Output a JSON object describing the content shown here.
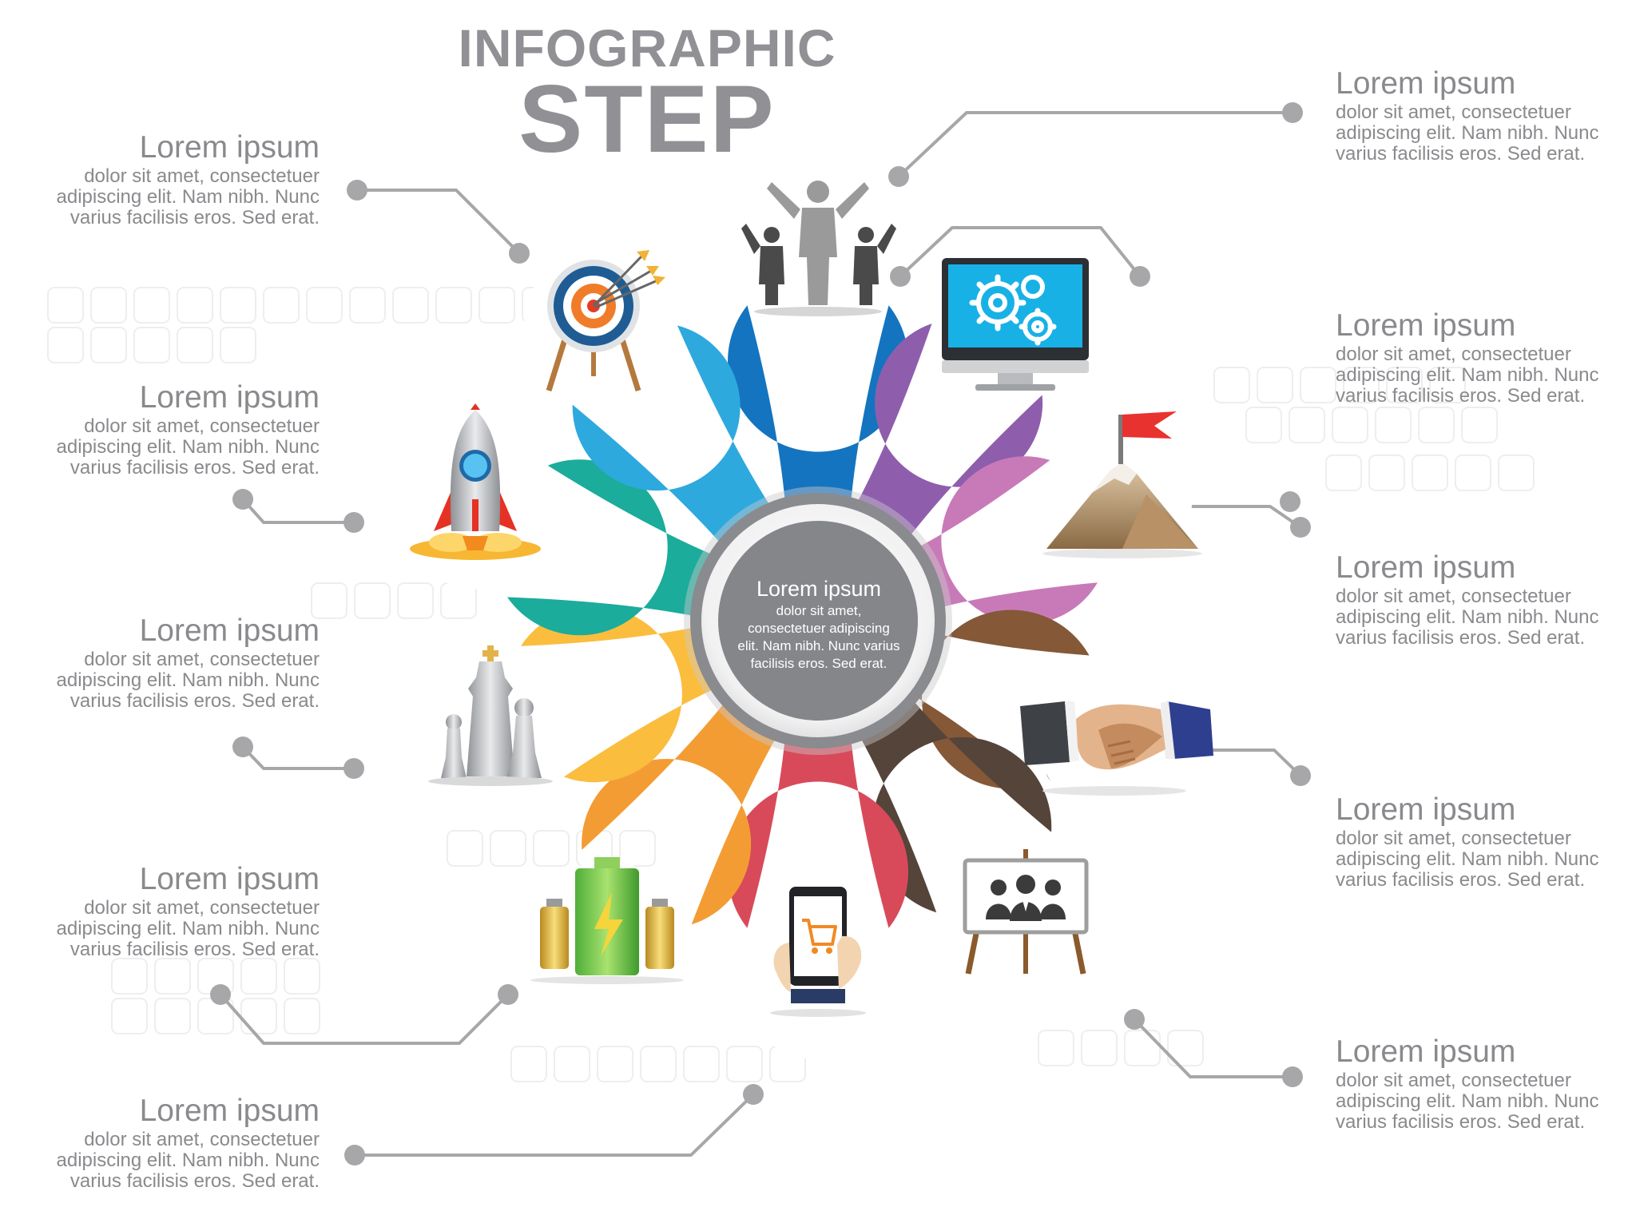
{
  "title": {
    "line1": "INFOGRAPHIC",
    "line2": "STEP"
  },
  "center": {
    "title": "Lorem ipsum",
    "lines": [
      "dolor sit amet,",
      "consectetuer adipiscing",
      "elit. Nam nibh. Nunc varius",
      "facilisis eros. Sed erat."
    ]
  },
  "colors": {
    "people": "#1474bf",
    "monitor": "#8e5ead",
    "mountain": "#c87ab8",
    "handshake": "#855838",
    "presentation": "#55443a",
    "phone": "#d84a5a",
    "battery": "#f39c34",
    "chess": "#fbbd3d",
    "rocket": "#1bac9b",
    "target": "#2ea9de",
    "hub_ring": "#8a8b8f",
    "hub_inner": "#858689",
    "text": "#8a8a8e",
    "connector": "#a7a7aa"
  },
  "steps": [
    {
      "id": "people",
      "icon": "people-icon",
      "title": "Lorem ipsum",
      "lines": [
        "dolor sit amet, consectetuer",
        "adipiscing elit. Nam nibh. Nunc",
        "varius facilisis eros. Sed erat."
      ]
    },
    {
      "id": "monitor",
      "icon": "monitor-gears-icon",
      "title": "Lorem ipsum",
      "lines": [
        "dolor sit amet, consectetuer",
        "adipiscing elit. Nam nibh. Nunc",
        "varius facilisis eros. Sed erat."
      ]
    },
    {
      "id": "mountain",
      "icon": "mountain-flag-icon",
      "title": "Lorem ipsum",
      "lines": [
        "dolor sit amet, consectetuer",
        "adipiscing elit. Nam nibh. Nunc",
        "varius facilisis eros. Sed erat."
      ]
    },
    {
      "id": "handshake",
      "icon": "handshake-icon",
      "title": "Lorem ipsum",
      "lines": [
        "dolor sit amet, consectetuer",
        "adipiscing elit. Nam nibh. Nunc",
        "varius facilisis eros. Sed erat."
      ]
    },
    {
      "id": "presentation",
      "icon": "presentation-board-icon",
      "title": "Lorem ipsum",
      "lines": [
        "dolor sit amet, consectetuer",
        "adipiscing elit. Nam nibh. Nunc",
        "varius facilisis eros. Sed erat."
      ]
    },
    {
      "id": "phone",
      "icon": "smartphone-cart-icon",
      "title": "Lorem ipsum",
      "lines": [
        "dolor sit amet, consectetuer",
        "adipiscing elit. Nam nibh. Nunc",
        "varius facilisis eros. Sed erat."
      ]
    },
    {
      "id": "battery",
      "icon": "battery-icon",
      "title": "Lorem ipsum",
      "lines": [
        "dolor sit amet, consectetuer",
        "adipiscing elit. Nam nibh. Nunc",
        "varius facilisis eros. Sed erat."
      ]
    },
    {
      "id": "chess",
      "icon": "chess-pieces-icon",
      "title": "Lorem ipsum",
      "lines": [
        "dolor sit amet, consectetuer",
        "adipiscing elit. Nam nibh. Nunc",
        "varius facilisis eros. Sed erat."
      ]
    },
    {
      "id": "rocket",
      "icon": "rocket-icon",
      "title": "Lorem ipsum",
      "lines": [
        "dolor sit amet, consectetuer",
        "adipiscing elit. Nam nibh. Nunc",
        "varius facilisis eros. Sed erat."
      ]
    },
    {
      "id": "target",
      "icon": "target-arrows-icon",
      "title": "Lorem ipsum",
      "lines": [
        "dolor sit amet, consectetuer",
        "adipiscing elit. Nam nibh. Nunc",
        "varius facilisis eros. Sed erat."
      ]
    }
  ]
}
